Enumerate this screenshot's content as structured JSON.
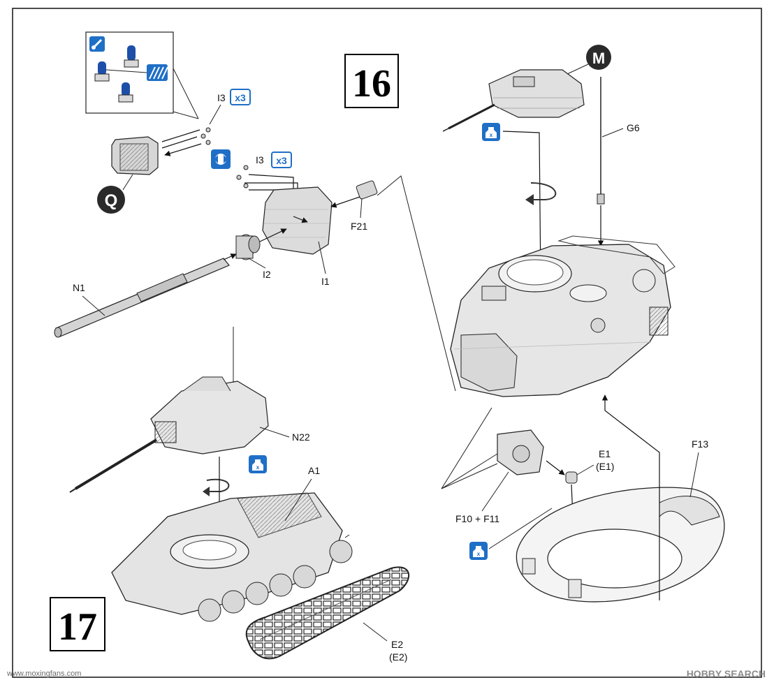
{
  "steps": {
    "step16": "16",
    "step17": "17"
  },
  "callouts": {
    "Q": "Q",
    "M": "M"
  },
  "icons": {
    "apply_glue": "apply-glue-icon",
    "glue_options": "glue-options-icon",
    "repeat_x3": "repeat-x3-icon",
    "rotate_both": "rotate-both-sides-icon",
    "glue_bottle": "glue-bottle-icon",
    "rotate_arrow": "rotate-arrow-icon"
  },
  "repeat": {
    "label": "x3"
  },
  "colors": {
    "accent_blue": "#1f6fc6",
    "callout_dark": "#2a2a2a",
    "line": "#222222"
  },
  "parts": {
    "I3_top": "I3",
    "I3_mid": "I3",
    "F21": "F21",
    "I2": "I2",
    "I1": "I1",
    "N1": "N1",
    "G6": "G6",
    "N22": "N22",
    "A1": "A1",
    "E1": "E1",
    "E1_alt": "(E1)",
    "F13": "F13",
    "F10_F11": "F10 + F11",
    "E2": "E2",
    "E2_alt": "(E2)"
  },
  "footer": {
    "left_site": "www.moxingfans.com",
    "right_brand": "HOBBY SEARCH"
  }
}
